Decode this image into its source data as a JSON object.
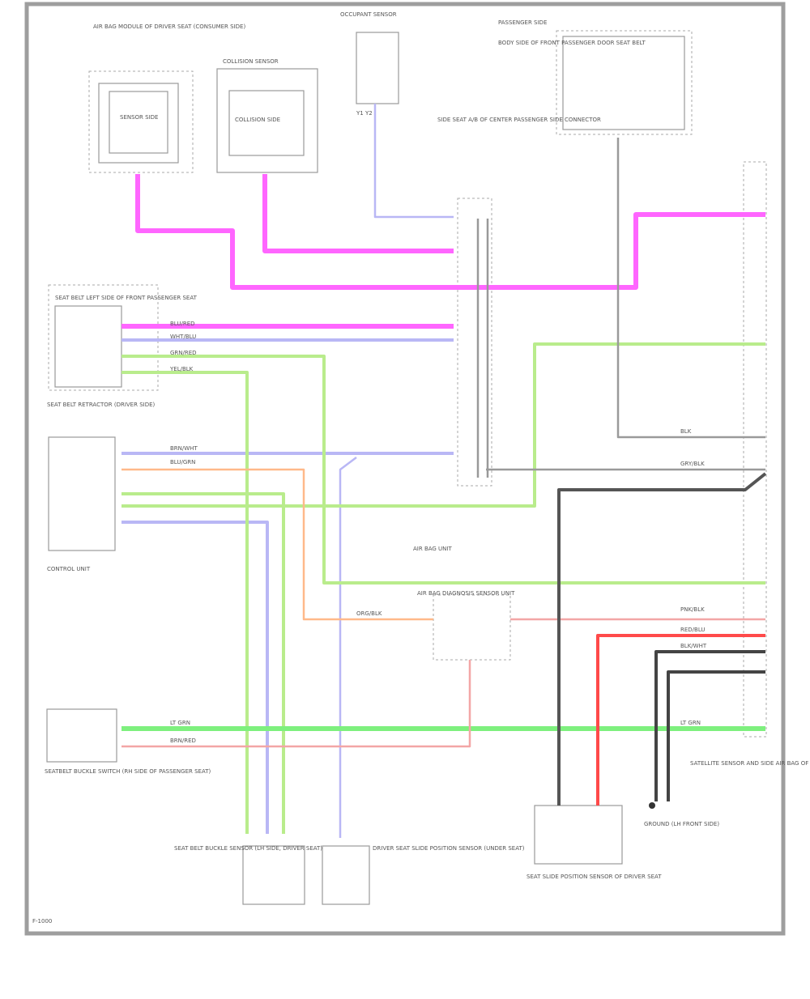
{
  "diagram": {
    "page_id": "F-1000",
    "components": {
      "air_bag_module": {
        "label": "AIR BAG MODULE OF DRIVER SEAT (CONSUMER SIDE)",
        "inner": "SENSOR SIDE"
      },
      "pillar_module": {
        "label": "COLLISION SENSOR",
        "inner": "COLLISION SIDE"
      },
      "occupant_sensor": {
        "label": "OCCUPANT SENSOR",
        "pins": "Y1 Y2"
      },
      "passenger_panel": {
        "label": "PASSENGER SIDE",
        "text": "BODY SIDE OF FRONT PASSENGER DOOR SEAT BELT"
      },
      "connector_center": {
        "label": "SIDE SEAT A/B OF CENTER PASSENGER SIDE CONNECTOR"
      },
      "seat_belt_module": {
        "label": "SEAT BELT LEFT SIDE OF FRONT PASSENGER SEAT"
      },
      "left_module": {
        "label": "CONTROL UNIT"
      },
      "left_module_2": {
        "label": "SEAT BELT RETRACTOR (DRIVER SIDE)"
      },
      "air_bag_unit": {
        "label": "AIR BAG UNIT",
        "sub": "AIR BAG DIAGNOSIS SENSOR UNIT"
      },
      "bottom_left": {
        "label": "SEATBELT BUCKLE SWITCH (RH SIDE OF PASSENGER SEAT)"
      },
      "seat_sensor_1": {
        "label": "SEAT BELT BUCKLE SENSOR (LH SIDE, DRIVER SEAT)"
      },
      "seat_sensor_2": {
        "label": "DRIVER SEAT SLIDE POSITION SENSOR (UNDER SEAT)"
      },
      "bottom_right": {
        "label": "SEAT SLIDE POSITION SENSOR OF DRIVER SEAT"
      },
      "ground": {
        "label": "GROUND (LH FRONT SIDE)"
      },
      "right_harness": {
        "label": "SATELLITE SENSOR AND SIDE AIR BAG OF DRIVER SEAT"
      }
    },
    "wire_colors": {
      "magenta": "#ff66ff",
      "lavender": "#b9b7f5",
      "lightgreen": "#b9ec8c",
      "green": "#7ef07e",
      "orange": "#ffb98a",
      "pink": "#f3a6a6",
      "red": "#ff4a4a",
      "dark": "#333333",
      "gray": "#777777"
    },
    "wire_labels": {
      "l1": "BLU/RED",
      "l2": "WHT/BLU",
      "l3": "GRN/RED",
      "l4": "YEL/BLK",
      "l5": "BRN/WHT",
      "l6": "BLU/GRN",
      "l7": "LT GRN",
      "l8": "BRN/RED",
      "l9": "ORG/BLK",
      "l10": "PNK/BLK",
      "l11": "RED/BLU",
      "l12": "BLK/WHT",
      "l13": "GRY/BLK",
      "l14": "BLK",
      "l15": "LT GRN"
    }
  }
}
